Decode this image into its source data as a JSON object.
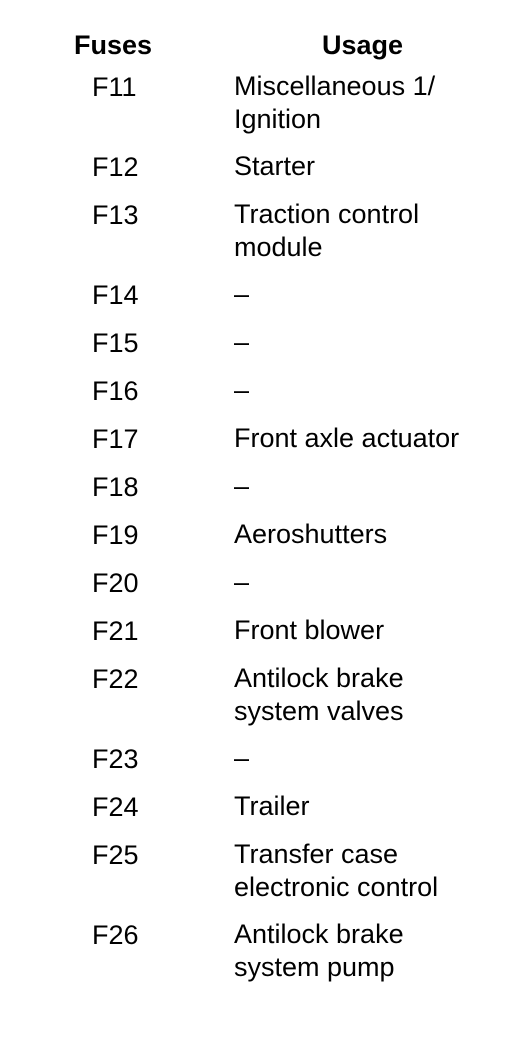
{
  "table": {
    "headers": {
      "fuse": "Fuses",
      "usage": "Usage"
    },
    "rows": [
      {
        "fuse": "F11",
        "usage_lines": [
          "Miscellaneous 1/",
          "Ignition"
        ]
      },
      {
        "fuse": "F12",
        "usage_lines": [
          "Starter"
        ]
      },
      {
        "fuse": "F13",
        "usage_lines": [
          "Traction control",
          "module"
        ]
      },
      {
        "fuse": "F14",
        "usage_lines": [
          "–"
        ]
      },
      {
        "fuse": "F15",
        "usage_lines": [
          "–"
        ]
      },
      {
        "fuse": "F16",
        "usage_lines": [
          "–"
        ]
      },
      {
        "fuse": "F17",
        "usage_lines": [
          "Front axle actuator"
        ]
      },
      {
        "fuse": "F18",
        "usage_lines": [
          "–"
        ]
      },
      {
        "fuse": "F19",
        "usage_lines": [
          "Aeroshutters"
        ]
      },
      {
        "fuse": "F20",
        "usage_lines": [
          "–"
        ]
      },
      {
        "fuse": "F21",
        "usage_lines": [
          "Front blower"
        ]
      },
      {
        "fuse": "F22",
        "usage_lines": [
          "Antilock brake",
          "system valves"
        ]
      },
      {
        "fuse": "F23",
        "usage_lines": [
          "–"
        ]
      },
      {
        "fuse": "F24",
        "usage_lines": [
          "Trailer"
        ]
      },
      {
        "fuse": "F25",
        "usage_lines": [
          "Transfer case",
          "electronic control"
        ]
      },
      {
        "fuse": "F26",
        "usage_lines": [
          "Antilock brake",
          "system pump"
        ]
      }
    ]
  }
}
